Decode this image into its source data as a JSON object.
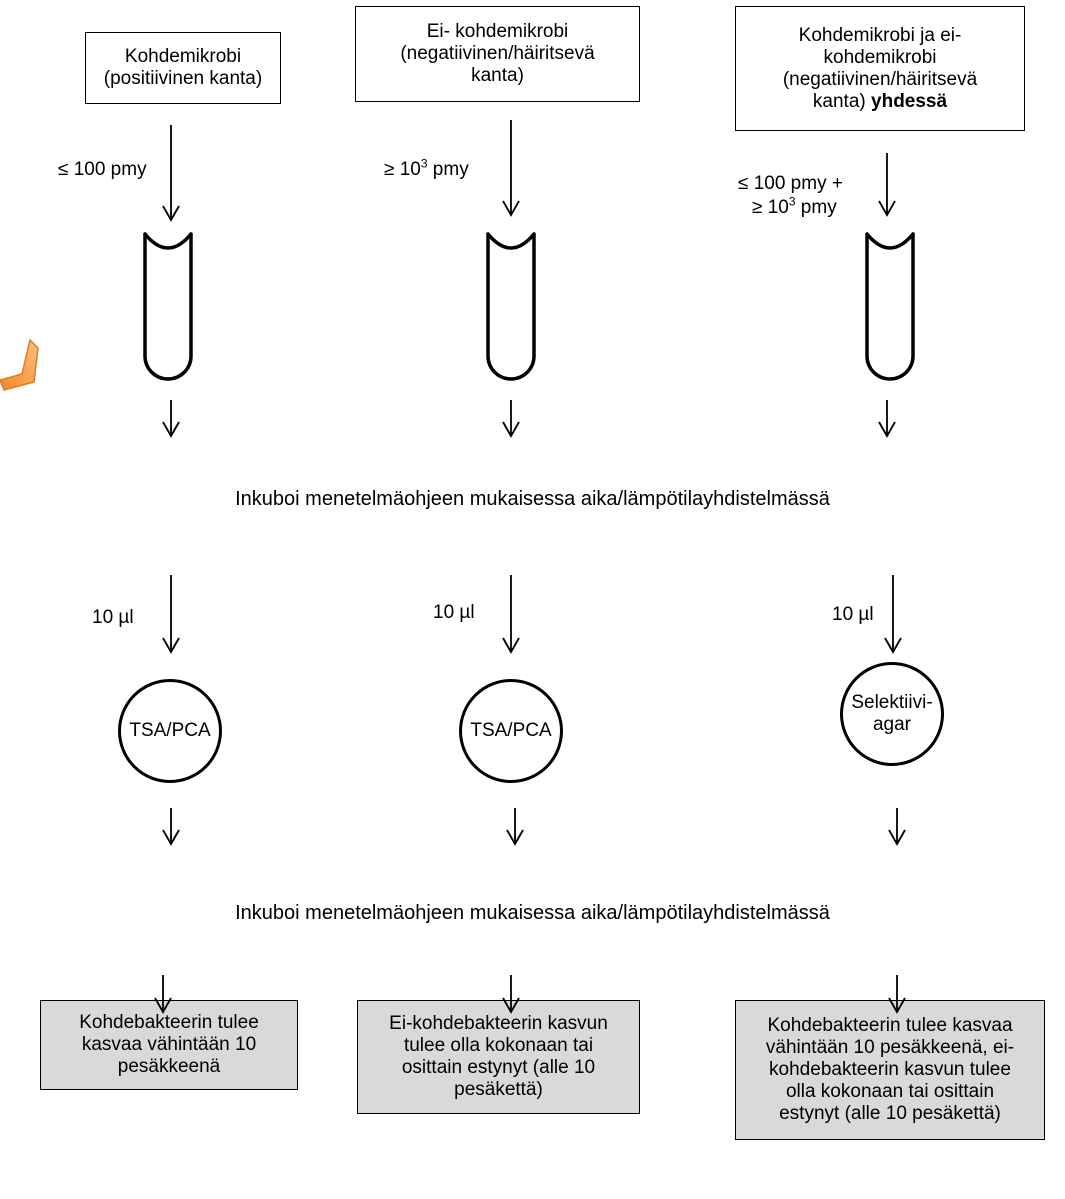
{
  "columns": [
    {
      "header": [
        "Kohdemikrobi",
        "(positiivinen kanta)"
      ],
      "inoculum": [
        "≤ 100 pmy"
      ],
      "volume": "10 µl",
      "plate": [
        "TSA/PCA"
      ],
      "result": [
        "Kohdebakteerin tulee",
        "kasvaa vähintään 10",
        "pesäkkeenä"
      ]
    },
    {
      "header": [
        "Ei- kohdemikrobi",
        "(negatiivinen/häiritsevä",
        "kanta)"
      ],
      "inoculum_prefix": "≥ 10",
      "inoculum_sup": "3",
      "inoculum_suffix": " pmy",
      "volume": "10 µl",
      "plate": [
        "TSA/PCA"
      ],
      "result": [
        "Ei-kohdebakteerin kasvun",
        "tulee olla kokonaan tai",
        "osittain estynyt (alle 10",
        "pesäkettä)"
      ]
    },
    {
      "header": [
        "Kohdemikrobi ja ei-",
        "kohdemikrobi",
        "(negatiivinen/häiritsevä"
      ],
      "header_last_prefix": "kanta) ",
      "header_last_bold": "yhdessä",
      "inoculum_line1": "≤ 100 pmy +",
      "inoculum_line2_prefix": "≥ 10",
      "inoculum_line2_sup": "3",
      "inoculum_line2_suffix": " pmy",
      "volume": "10 µl",
      "plate": [
        "Selektiivi-",
        "agar"
      ],
      "result": [
        "Kohdebakteerin tulee kasvaa",
        "vähintään 10 pesäkkeenä, ei-",
        "kohdebakteerin kasvun tulee",
        "olla kokonaan tai osittain",
        "estynyt (alle 10 pesäkettä)"
      ]
    }
  ],
  "steps": {
    "incubate_1": "Inkuboi menetelmäohjeen  mukaisessa aika/lämpötilayhdistelmässä",
    "incubate_2": "Inkuboi menetelmäohjeen  mukaisessa aika/lämpötilayhdistelmässä"
  },
  "colors": {
    "pointer_orange": "#f59a3c",
    "result_fill": "#d9d9d9"
  }
}
